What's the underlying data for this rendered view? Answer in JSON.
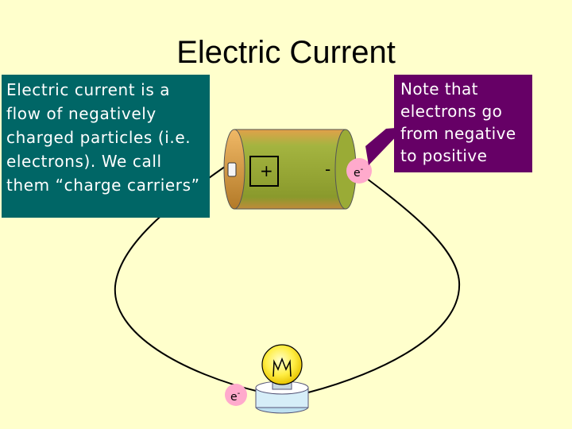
{
  "slide": {
    "title": "Electric Current",
    "explanation": "Electric current is a flow of negatively charged particles (i.e. electrons). We call them “charge carriers”",
    "note": "Note that electrons go from negative to positive",
    "battery": {
      "positive_label": "+",
      "negative_label": "-"
    },
    "electron_label": {
      "base": "e",
      "sup": "-"
    }
  },
  "colors": {
    "background": "#ffffcc",
    "explanation_box": "#006666",
    "note_box": "#660066",
    "electron": "#ffaacc"
  }
}
